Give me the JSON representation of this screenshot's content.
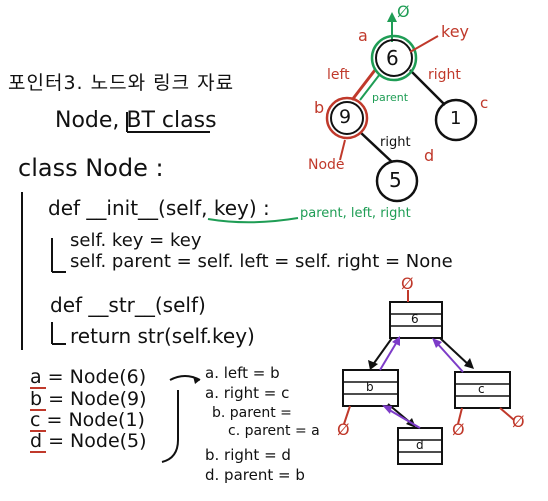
{
  "header": {
    "title_korean": "포인터3. 노드와 링크 자료",
    "subtitle": "Node, BT class"
  },
  "code": {
    "class_line": "class Node :",
    "def_init": "def __init__(self, key) :",
    "init_note": "parent, left, right",
    "self_key": "self. key = key",
    "self_parent": "self. parent = self. left = self. right = None",
    "def_str": "def __str__(self)",
    "return_str": "return str(self.key)"
  },
  "instances": {
    "a": "a = Node(6)",
    "b": "b = Node(9)",
    "c": "c = Node(1)",
    "d": "d = Node(5)"
  },
  "links": {
    "l1": "a. left = b",
    "l2": "a. right = c",
    "l3": "b. parent =",
    "l4": "c. parent = a",
    "l5": "b. right = d",
    "l6": "d. parent = b"
  },
  "tree": {
    "root": "6",
    "left_child": "9",
    "right_child": "1",
    "grandchild": "5",
    "root_null": "Ø",
    "label_key": "key",
    "label_left": "left",
    "label_right": "right",
    "label_parent": "parent",
    "label_right2": "right",
    "label_node": "Node",
    "name_a": "a",
    "name_b": "b",
    "name_c": "c",
    "name_d": "d"
  },
  "boxes": {
    "top_key": "6",
    "left_key": "b",
    "right_key": "c",
    "bottom_key": "d",
    "null_symbol": "Ø"
  }
}
